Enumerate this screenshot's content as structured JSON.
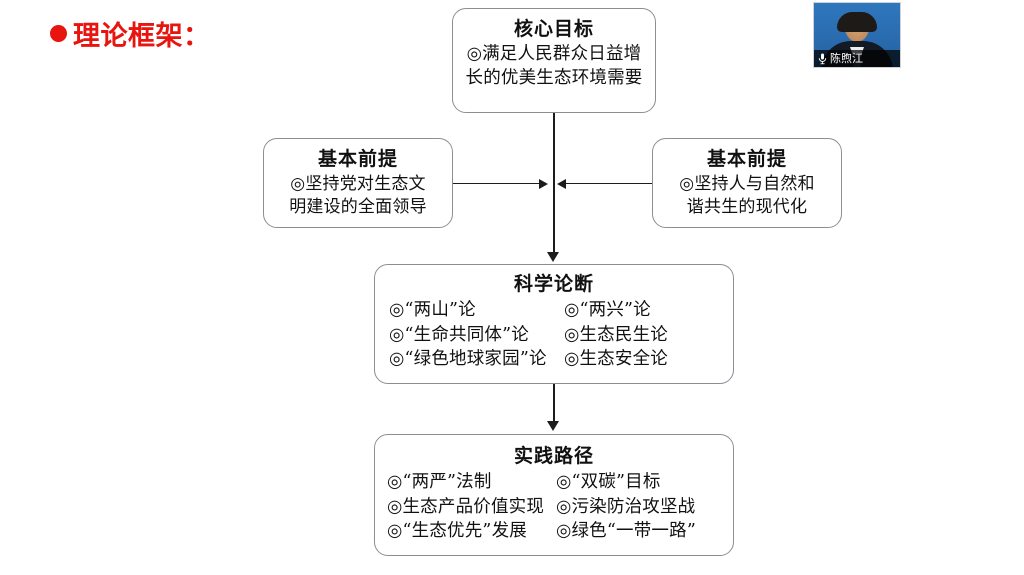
{
  "slide": {
    "title": "理论框架：",
    "bullet_icon": "filled-circle-bullet-icon",
    "accent_color": "#e8140f",
    "border_color": "#8a8f96",
    "background_color": "#ffffff"
  },
  "nodes": {
    "core_goal": {
      "header": "核心目标",
      "lines": [
        "◎满足人民群众日益增",
        "长的优美生态环境需要"
      ]
    },
    "premise_left": {
      "header": "基本前提",
      "lines": [
        "◎坚持党对生态文",
        "明建设的全面领导"
      ]
    },
    "premise_right": {
      "header": "基本前提",
      "lines": [
        "◎坚持人与自然和",
        "谐共生的现代化"
      ]
    },
    "science": {
      "header": "科学论断",
      "rows": [
        {
          "left": "◎“两山”论",
          "right": "◎“两兴”论"
        },
        {
          "left": "◎“生命共同体”论",
          "right": "◎生态民生论"
        },
        {
          "left": "◎“绿色地球家园”论",
          "right": "◎生态安全论"
        }
      ]
    },
    "practice": {
      "header": "实践路径",
      "rows": [
        {
          "left": "◎“两严”法制",
          "right": "◎“双碳”目标"
        },
        {
          "left": "◎生态产品价值实现",
          "right": "◎污染防治攻坚战"
        },
        {
          "left": "◎“生态优先”发展",
          "right": "◎绿色“一带一路”"
        }
      ]
    }
  },
  "speaker": {
    "name": "陈煦江",
    "mic_icon": "microphone-icon"
  }
}
